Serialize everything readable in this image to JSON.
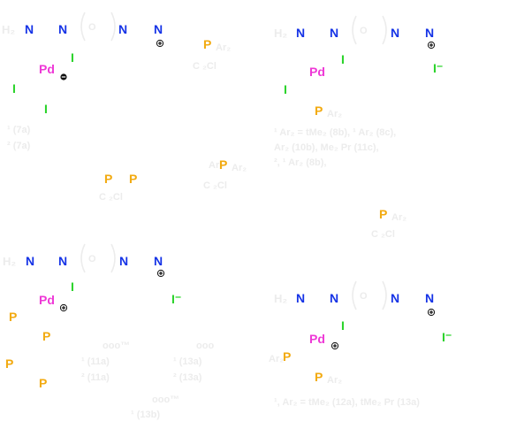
{
  "colors": {
    "nitrogen": "#1533e6",
    "palladium": "#ee38d6",
    "iodine": "#29d329",
    "phosphorus": "#f2aa10",
    "charge": "#111111"
  },
  "atoms": {
    "N": "N",
    "Pd": "Pd",
    "I": "I",
    "P": "P",
    "iodide": "I⁻"
  },
  "faint_text": {
    "p1_r1": "¹ (7a)",
    "p1_r2": "² (7a)",
    "p2_r1": "¹ Ar₂  = tMe₂ (8b), ¹ Ar₂ (8c),",
    "p2_r2": "Ar₂ (10b), Me₂ Pr (11c),",
    "p2_r3": "², ¹ Ar₂ (8b),",
    "p3_a1": "ooo™",
    "p3_a2": "¹ (11a)",
    "p3_a3": "² (11a)",
    "p3_b1": "ooo",
    "p3_b2": "¹ (13a)",
    "p3_b3": "² (13a)",
    "p3_c1": "ooo™",
    "p3_c2": "¹ (13b)",
    "p4_r1": "¹, Ar₂  = tMe₂ (12a), tMe₂ Pr (13a)",
    "sub_ar2": "Ar₂",
    "sub_c": "C ₂Cl"
  }
}
